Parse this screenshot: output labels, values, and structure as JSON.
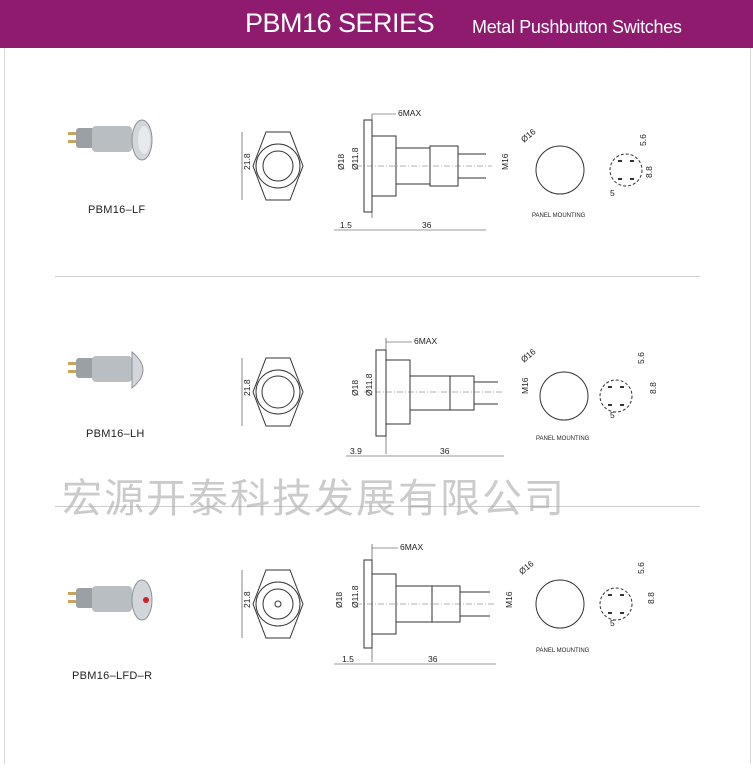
{
  "header": {
    "title": "PBM16 SERIES",
    "subtitle": "Metal Pushbutton Switches",
    "background_color": "#8f1b6f"
  },
  "watermark": "宏源开泰科技发展有限公司",
  "products": [
    {
      "name": "PBM16–LF",
      "front_height": "21.8",
      "max_thickness": "6MAX",
      "diameter_outer": "Ø18",
      "diameter_inner": "Ø11.8",
      "thread": "M16",
      "bezel_depth": "1.5",
      "body_length": "36",
      "panel_hole": "Ø16",
      "pin_dim_a": "5.6",
      "pin_dim_b": "8.8",
      "pin_dim_c": "5",
      "panel_mounting_label": "PANEL MOUNTING"
    },
    {
      "name": "PBM16–LH",
      "front_height": "21.8",
      "max_thickness": "6MAX",
      "diameter_outer": "Ø18",
      "diameter_inner": "Ø11.8",
      "thread": "M16",
      "bezel_depth": "3.9",
      "body_length": "36",
      "panel_hole": "Ø16",
      "pin_dim_a": "5.6",
      "pin_dim_b": "8.8",
      "pin_dim_c": "5",
      "panel_mounting_label": "PANEL MOUNTING"
    },
    {
      "name": "PBM16–LFD–R",
      "front_height": "21.8",
      "max_thickness": "6MAX",
      "diameter_outer": "Ø18",
      "diameter_inner": "Ø11.8",
      "thread": "M16",
      "bezel_depth": "1.5",
      "body_length": "36",
      "panel_hole": "Ø16",
      "pin_dim_a": "5.6",
      "pin_dim_b": "8.8",
      "pin_dim_c": "5",
      "panel_mounting_label": "PANEL MOUNTING"
    }
  ]
}
